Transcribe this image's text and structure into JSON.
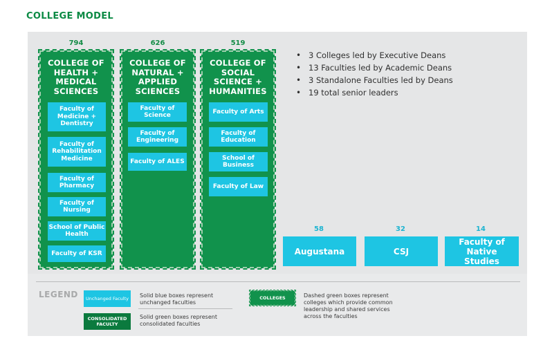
{
  "title": "COLLEGE MODEL",
  "colleges": [
    {
      "count": "794",
      "name": "COLLEGE OF HEALTH + MEDICAL SCIENCES",
      "faculties": [
        "Faculty of Medicine + Dentistry",
        "Faculty of Rehabilitation Medicine",
        "Faculty of Pharmacy",
        "Faculty of Nursing",
        "School of Public Health",
        "Faculty of KSR"
      ]
    },
    {
      "count": "626",
      "name": "COLLEGE OF NATURAL + APPLIED SCIENCES",
      "faculties": [
        "Faculty of Science",
        "Faculty of Engineering",
        "Faculty of ALES"
      ]
    },
    {
      "count": "519",
      "name": "COLLEGE OF SOCIAL SCIENCE + HUMANITIES",
      "faculties": [
        "Faculty of Arts",
        "Faculty of Education",
        "School of Business",
        "Faculty of Law"
      ]
    }
  ],
  "bullets": [
    "3 Colleges led by Executive Deans",
    "13 Faculties led by Academic Deans",
    "3 Standalone Faculties led by Deans",
    "19 total senior leaders"
  ],
  "standalone": [
    {
      "count": "58",
      "name": "Augustana"
    },
    {
      "count": "32",
      "name": "CSJ"
    },
    {
      "count": "14",
      "name": "Faculty of Native Studies"
    }
  ],
  "legend": {
    "title": "LEGEND",
    "unchanged_box": "Unchanged Faculty",
    "unchanged_text": "Solid blue boxes represent unchanged faculties",
    "consolidated_box": "CONSOLIDATED FACULTY",
    "consolidated_text": "Solid green boxes represent consolidated faculties",
    "colleges_box": "COLLEGES",
    "colleges_text": "Dashed green boxes represent colleges which provide common leadership and shared services across the faculties"
  },
  "colors": {
    "green": "#11924c",
    "dark_green": "#0b7a3e",
    "blue": "#1ec5e3",
    "panel_gray": "#e5e6e7"
  }
}
